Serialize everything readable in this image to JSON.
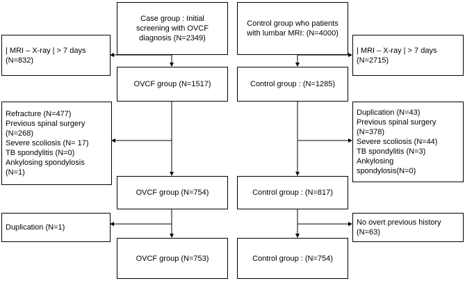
{
  "left": {
    "initial": [
      "Case group : Initial",
      "screening with OVCF",
      "diagnosis (N=2349)"
    ],
    "excl1": [
      "| MRI – X-ray | > 7 days",
      "(N=832)"
    ],
    "group1": "OVCF group (N=1517)",
    "excl2": [
      "Refracture (N=477)",
      "Previous spinal surgery",
      "(N=268)",
      "Severe scoliosis (N= 17)",
      "TB spondylitis (N=0)",
      "Ankylosing spondylosis",
      "(N=1)"
    ],
    "group2": "OVCF group (N=754)",
    "excl3": "Duplication (N=1)",
    "group3": "OVCF group (N=753)"
  },
  "right": {
    "initial": [
      "Control group who patients",
      "with lumbar MRI: (N=4000)"
    ],
    "excl1": [
      "| MRI – X-ray | > 7 days",
      "(N=2715)"
    ],
    "group1": "Control group : (N=1285)",
    "excl2": [
      "Duplication (N=43)",
      "Previous spinal surgery",
      "(N=378)",
      "Severe scoliosis (N=44)",
      "TB spondylitis (N=3)",
      "Ankylosing",
      "spondylosis(N=0)"
    ],
    "group2": "Control group : (N=817)",
    "excl3": [
      "No overt previous history",
      "(N=63)"
    ],
    "group3": "Control group : (N=754)"
  }
}
